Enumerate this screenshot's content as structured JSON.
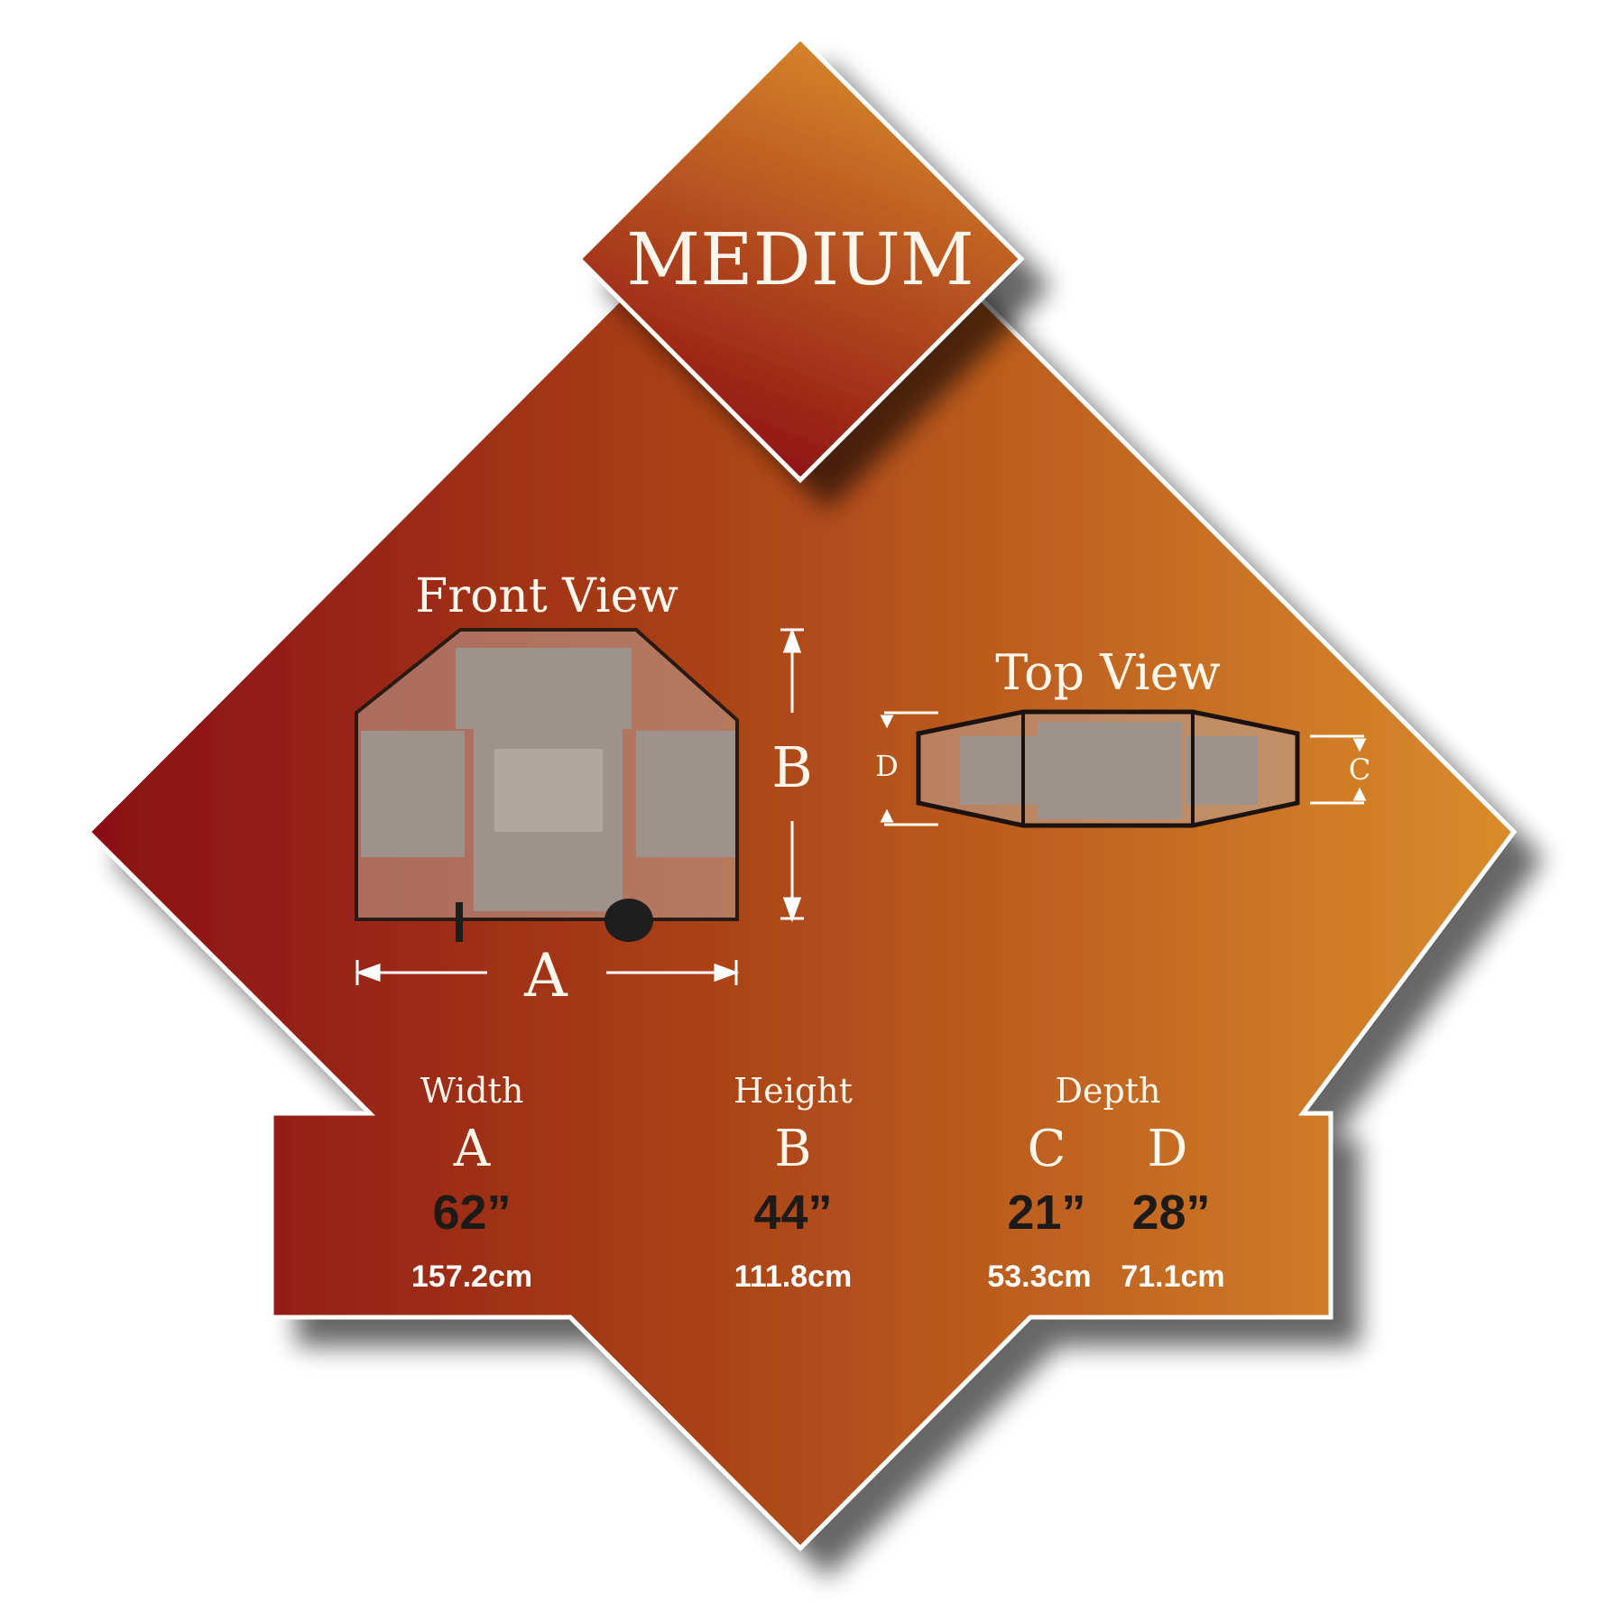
{
  "badge": {
    "title": "MEDIUM"
  },
  "front_view": {
    "title": "Front View",
    "label_a": "A",
    "label_b": "B"
  },
  "top_view": {
    "title": "Top View",
    "label_c": "C",
    "label_d": "D"
  },
  "dimensions": {
    "width": {
      "header": "Width",
      "letter": "A",
      "inches": "62”",
      "cm": "157.2cm"
    },
    "height": {
      "header": "Height",
      "letter": "B",
      "inches": "44”",
      "cm": "111.8cm"
    },
    "depth": {
      "header": "Depth",
      "c": {
        "letter": "C",
        "inches": "21”",
        "cm": "53.3cm"
      },
      "d": {
        "letter": "D",
        "inches": "28”",
        "cm": "71.1cm"
      }
    }
  },
  "colors": {
    "gradient_start": "#8a0f14",
    "gradient_end": "#d88b2a",
    "badge_bottom": "#8c0c12",
    "badge_top": "#d98c2c"
  }
}
